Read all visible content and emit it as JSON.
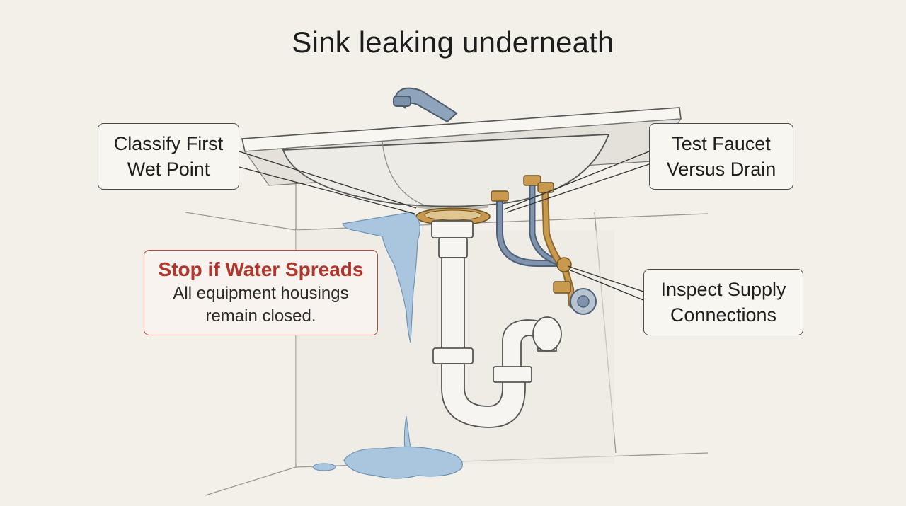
{
  "title": "Sink leaking underneath",
  "callouts": {
    "classify": {
      "line1": "Classify First",
      "line2": "Wet Point"
    },
    "test": {
      "line1": "Test Faucet",
      "line2": "Versus Drain"
    },
    "inspect": {
      "line1": "Inspect Supply",
      "line2": "Connections"
    },
    "stop": {
      "heading": "Stop if Water Spreads",
      "line1": "All equipment housings",
      "line2": "remain closed."
    }
  },
  "colors": {
    "background": "#f2f0e9",
    "warning": "#b0362b",
    "water": "#a9c6de",
    "brass": "#c99a4e",
    "hose_blue": "#6f86a3"
  }
}
